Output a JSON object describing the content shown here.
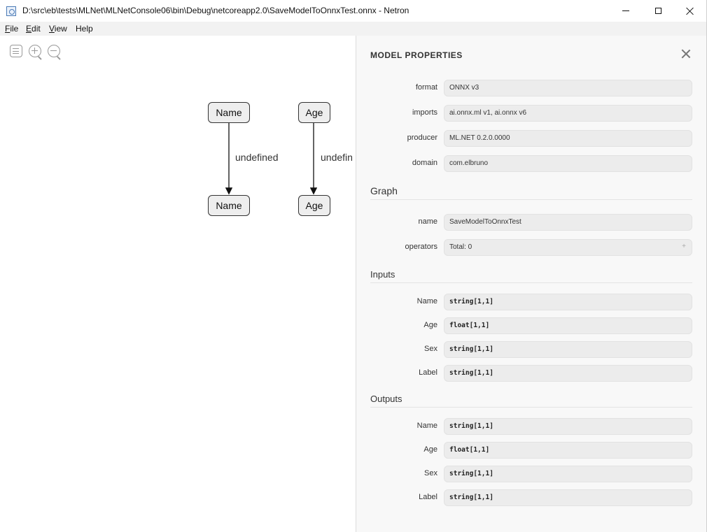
{
  "window": {
    "title": "D:\\src\\eb\\tests\\MLNet\\MLNetConsole06\\bin\\Debug\\netcoreapp2.0\\SaveModelToOnnxTest.onnx - Netron"
  },
  "menu": [
    {
      "label": "File",
      "accel": "F",
      "rest": "ile"
    },
    {
      "label": "Edit",
      "accel": "E",
      "rest": "dit"
    },
    {
      "label": "View",
      "accel": "V",
      "rest": "iew"
    },
    {
      "label": "Help",
      "accel": "",
      "rest": "Help"
    }
  ],
  "graph": {
    "nodes_top": [
      "Name",
      "Age"
    ],
    "nodes_bottom": [
      "Name",
      "Age"
    ],
    "edge_labels": [
      "undefined",
      "undefin"
    ]
  },
  "sidebar": {
    "title": "MODEL PROPERTIES",
    "model": [
      {
        "name": "format",
        "value": "ONNX v3"
      },
      {
        "name": "imports",
        "value": "ai.onnx.ml v1, ai.onnx v6"
      },
      {
        "name": "producer",
        "value": "ML.NET 0.2.0.0000"
      },
      {
        "name": "domain",
        "value": "com.elbruno"
      }
    ],
    "graph_header": "Graph",
    "graph_props": [
      {
        "name": "name",
        "value": "SaveModelToOnnxTest"
      },
      {
        "name": "operators",
        "value": "Total: 0",
        "expander": "+"
      }
    ],
    "inputs_header": "Inputs",
    "inputs": [
      {
        "name": "Name",
        "value": "string[1,1]"
      },
      {
        "name": "Age",
        "value": "float[1,1]"
      },
      {
        "name": "Sex",
        "value": "string[1,1]"
      },
      {
        "name": "Label",
        "value": "string[1,1]"
      }
    ],
    "outputs_header": "Outputs",
    "outputs": [
      {
        "name": "Name",
        "value": "string[1,1]"
      },
      {
        "name": "Age",
        "value": "float[1,1]"
      },
      {
        "name": "Sex",
        "value": "string[1,1]"
      },
      {
        "name": "Label",
        "value": "string[1,1]"
      }
    ]
  }
}
